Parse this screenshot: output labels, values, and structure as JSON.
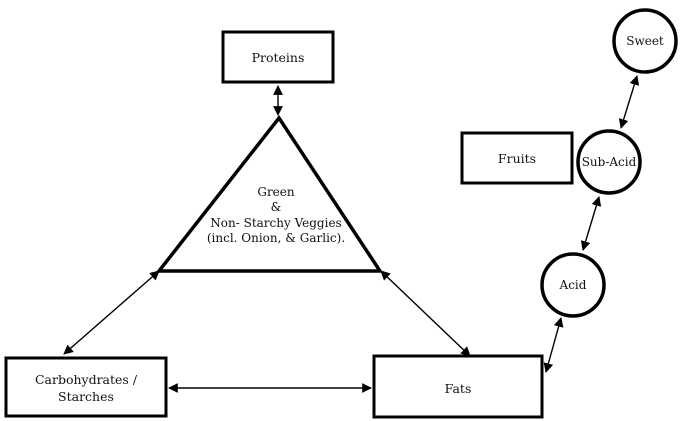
{
  "colors": {
    "ink": "#000000",
    "background": "#ffffff"
  },
  "nodes": {
    "proteins": "Proteins",
    "veggies": {
      "line1": "Green",
      "line2": "&",
      "line3": "Non- Starchy Veggies",
      "line4": "(incl. Onion, & Garlic)."
    },
    "carbs": {
      "line1": "Carbohydrates /",
      "line2": "Starches"
    },
    "fats": "Fats",
    "fruits": "Fruits",
    "sweet": "Sweet",
    "sub_acid": "Sub-Acid",
    "acid": "Acid"
  }
}
